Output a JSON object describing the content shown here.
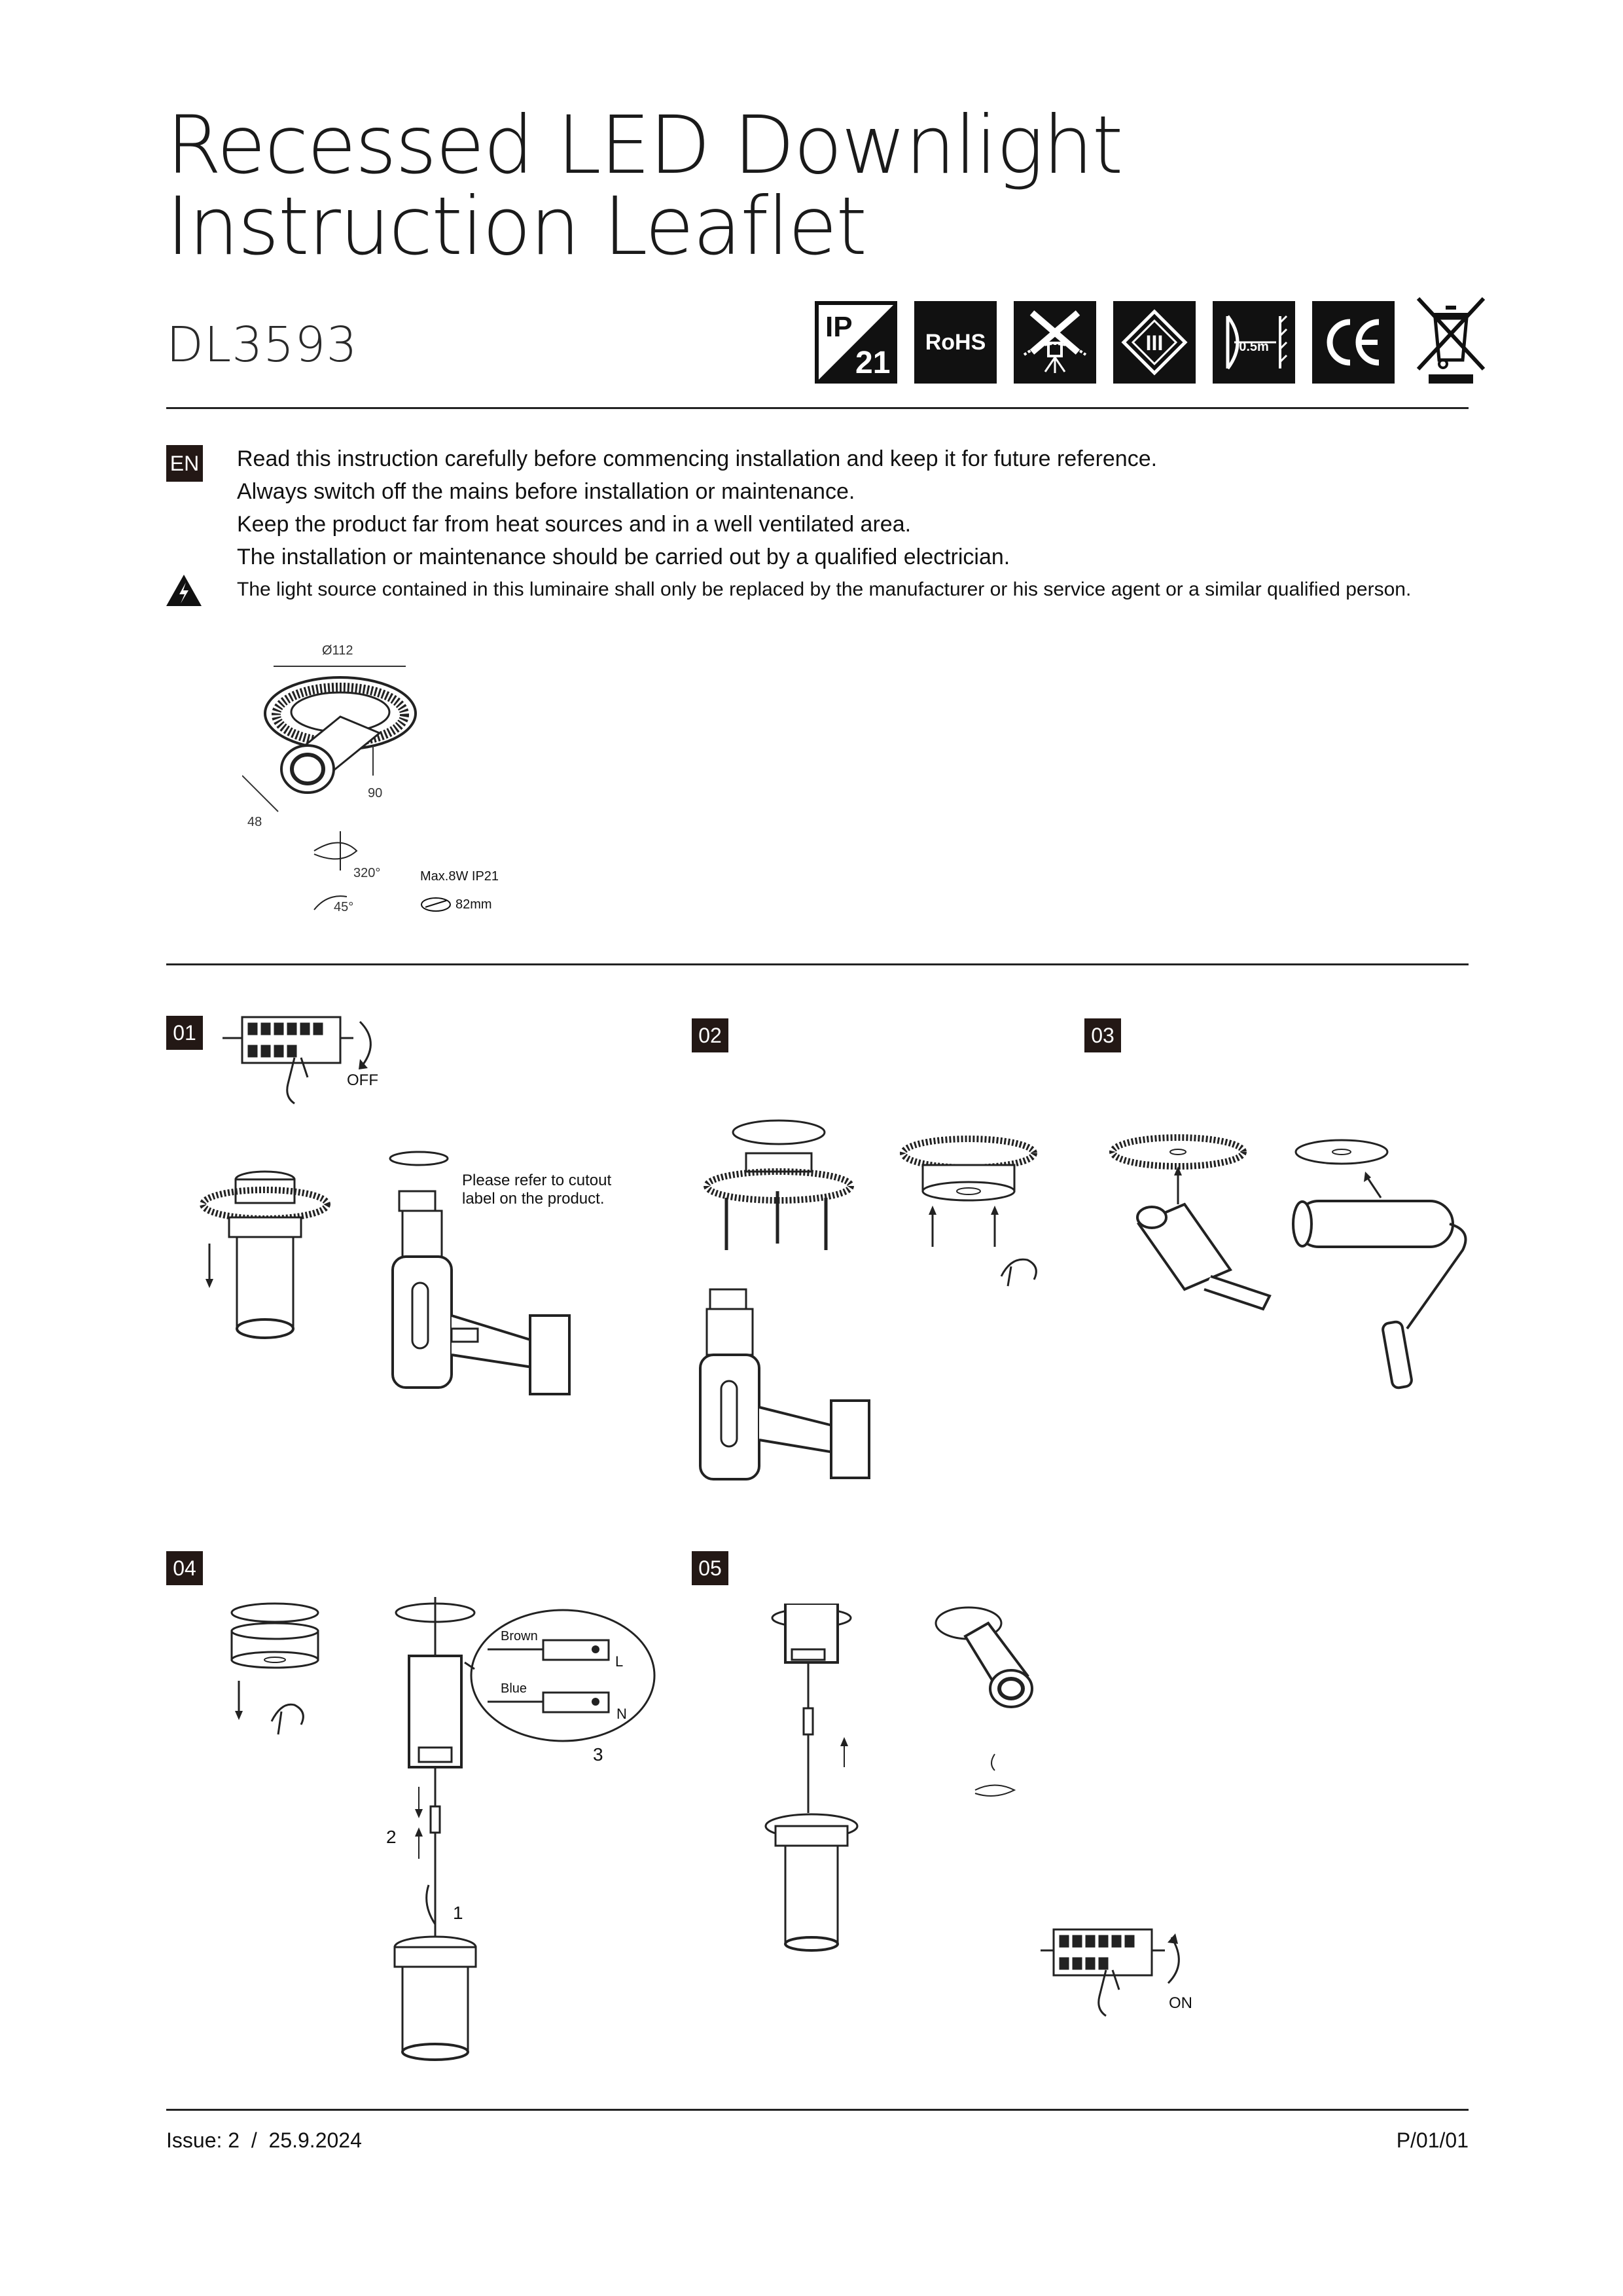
{
  "document": {
    "title_line1": "Recessed LED Downlight",
    "title_line2": "Instruction Leaflet",
    "model": "DL3593"
  },
  "certifications": {
    "ip_prefix": "IP",
    "ip_rating": "21",
    "rohs": "RoHS",
    "class_mark": "III",
    "distance_mark": "0.5m",
    "ce": "CE",
    "icons": [
      "ip21-icon",
      "rohs-icon",
      "no-insulation-cover-icon",
      "class-iii-icon",
      "min-distance-icon",
      "ce-icon",
      "weee-bin-icon"
    ]
  },
  "instructions": {
    "language": "EN",
    "lines": [
      "Read this instruction carefully before commencing installation and keep it for future reference.",
      "Always switch off the mains before installation or maintenance.",
      "Keep the product far from heat sources and in a well ventilated area.",
      "The installation or maintenance should be carried out by a qualified electrician."
    ],
    "warning": "The light source contained in this luminaire shall only be replaced by the manufacturer or his service agent or a similar qualified person."
  },
  "specs": {
    "diameter": "Ø112",
    "height": "90",
    "depth": "48",
    "rotation": "320°",
    "tilt": "45°",
    "power": "Max.8W IP21",
    "cutout": "82mm"
  },
  "steps": [
    {
      "number": "01",
      "switch_label": "OFF",
      "note": "Please refer to cutout label on the product."
    },
    {
      "number": "02"
    },
    {
      "number": "03"
    },
    {
      "number": "04",
      "wire_brown": "Brown",
      "wire_blue": "Blue",
      "terminal_l": "L",
      "terminal_n": "N",
      "callout_1": "1",
      "callout_2": "2",
      "callout_3": "3"
    },
    {
      "number": "05",
      "switch_label": "ON"
    }
  ],
  "footer": {
    "issue": "Issue: 2  /  25.9.2024",
    "page": "P/01/01"
  }
}
